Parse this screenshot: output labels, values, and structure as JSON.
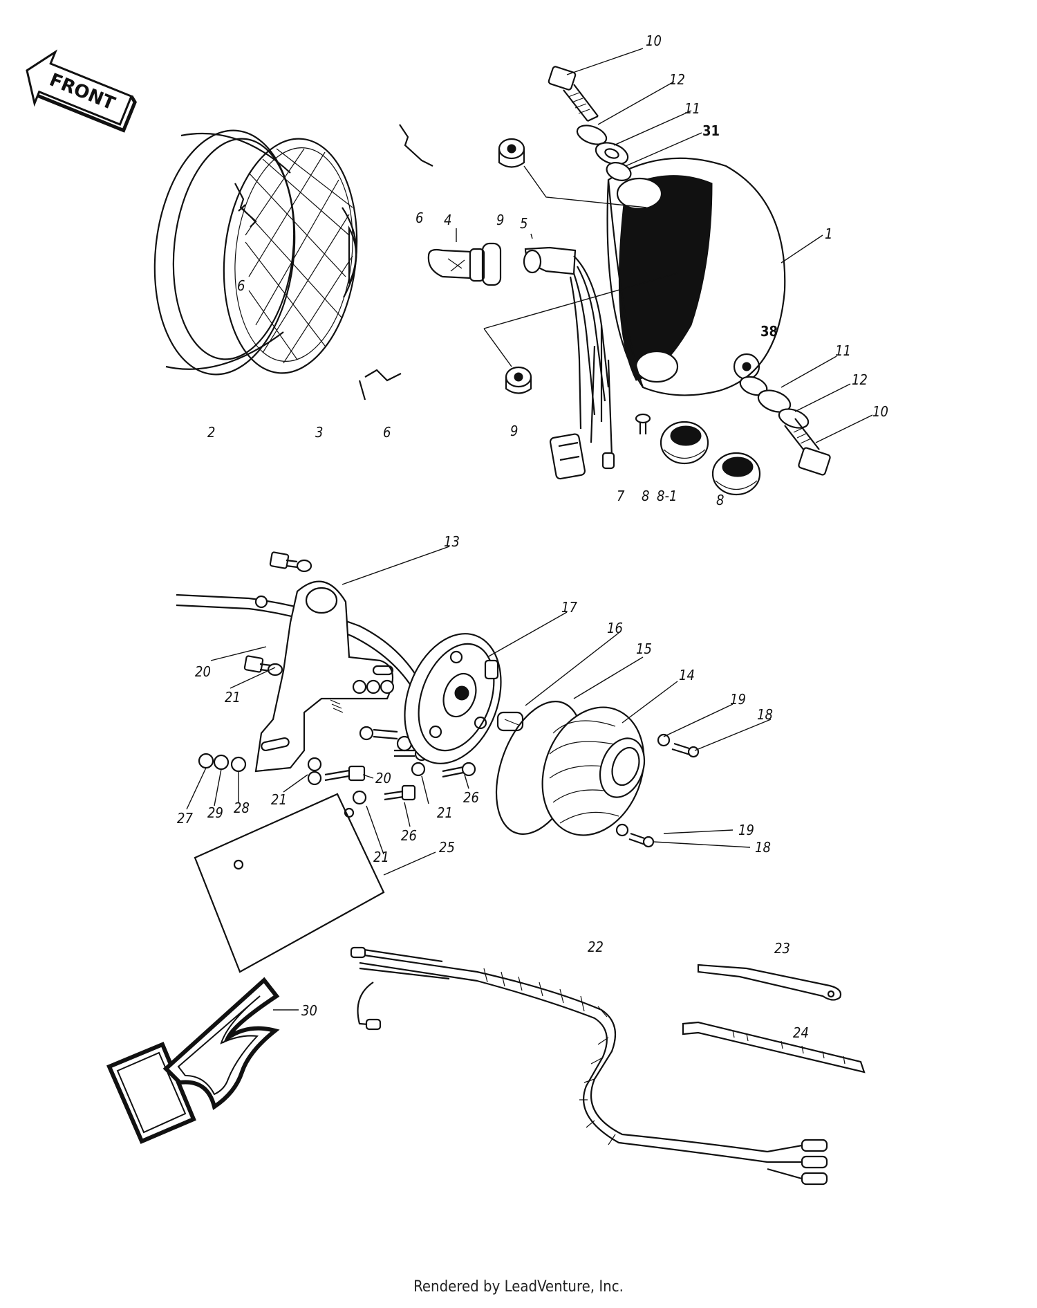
{
  "direction_badge": {
    "text": "FRONT"
  },
  "part_labels": [
    {
      "id": "l1",
      "text": "1"
    },
    {
      "id": "l2",
      "text": "2"
    },
    {
      "id": "l3",
      "text": "3"
    },
    {
      "id": "l4",
      "text": "4"
    },
    {
      "id": "l5",
      "text": "5"
    },
    {
      "id": "l6a",
      "text": "6"
    },
    {
      "id": "l6b",
      "text": "6"
    },
    {
      "id": "l6c",
      "text": "6"
    },
    {
      "id": "l7",
      "text": "7"
    },
    {
      "id": "l8a",
      "text": "8"
    },
    {
      "id": "l8b",
      "text": "8-1"
    },
    {
      "id": "l8c",
      "text": "8"
    },
    {
      "id": "l9a",
      "text": "9"
    },
    {
      "id": "l9b",
      "text": "9"
    },
    {
      "id": "l10a",
      "text": "10"
    },
    {
      "id": "l10b",
      "text": "10"
    },
    {
      "id": "l11a",
      "text": "11"
    },
    {
      "id": "l11b",
      "text": "11"
    },
    {
      "id": "l12a",
      "text": "12"
    },
    {
      "id": "l12b",
      "text": "12"
    },
    {
      "id": "l31",
      "text": "31"
    },
    {
      "id": "l38",
      "text": "38"
    },
    {
      "id": "l13",
      "text": "13"
    },
    {
      "id": "l14",
      "text": "14"
    },
    {
      "id": "l15",
      "text": "15"
    },
    {
      "id": "l16",
      "text": "16"
    },
    {
      "id": "l17",
      "text": "17"
    },
    {
      "id": "l18a",
      "text": "18"
    },
    {
      "id": "l18b",
      "text": "18"
    },
    {
      "id": "l19a",
      "text": "19"
    },
    {
      "id": "l19b",
      "text": "19"
    },
    {
      "id": "l20a",
      "text": "20"
    },
    {
      "id": "l20b",
      "text": "20"
    },
    {
      "id": "l21a",
      "text": "21"
    },
    {
      "id": "l21b",
      "text": "21"
    },
    {
      "id": "l21c",
      "text": "21"
    },
    {
      "id": "l21d",
      "text": "21"
    },
    {
      "id": "l22",
      "text": "22"
    },
    {
      "id": "l23",
      "text": "23"
    },
    {
      "id": "l24",
      "text": "24"
    },
    {
      "id": "l25",
      "text": "25"
    },
    {
      "id": "l26a",
      "text": "26"
    },
    {
      "id": "l26b",
      "text": "26"
    },
    {
      "id": "l27",
      "text": "27"
    },
    {
      "id": "l28",
      "text": "28"
    },
    {
      "id": "l29",
      "text": "29"
    },
    {
      "id": "l30",
      "text": "30"
    }
  ],
  "footer": {
    "text": "Rendered by LeadVenture, Inc."
  },
  "colors": {
    "ink": "#111111",
    "paper": "#ffffff"
  }
}
